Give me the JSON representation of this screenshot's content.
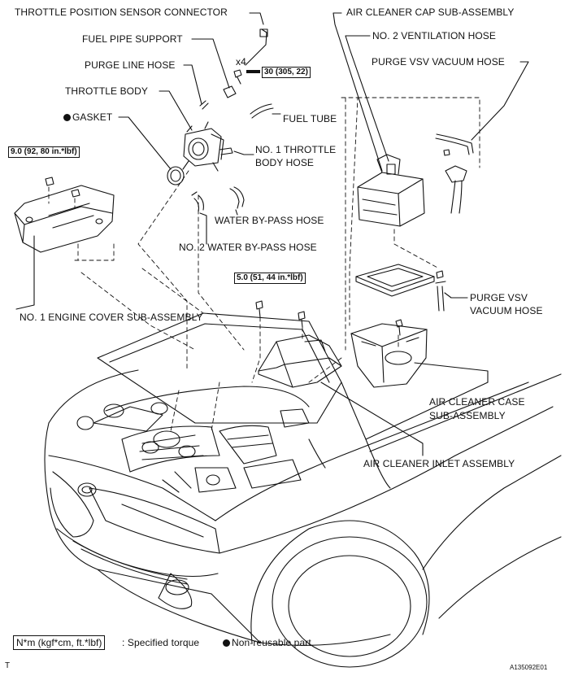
{
  "labels": {
    "tps_connector": "THROTTLE POSITION SENSOR CONNECTOR",
    "fuel_pipe_support": "FUEL PIPE SUPPORT",
    "purge_line_hose": "PURGE LINE HOSE",
    "throttle_body": "THROTTLE BODY",
    "gasket": "GASKET",
    "fuel_tube": "FUEL TUBE",
    "throttle_body_hose_1": "NO. 1 THROTTLE",
    "throttle_body_hose_2": "BODY HOSE",
    "water_bypass_hose": "WATER BY-PASS HOSE",
    "water_bypass_hose_2": "NO. 2 WATER BY-PASS HOSE",
    "engine_cover": "NO. 1 ENGINE COVER SUB-ASSEMBLY",
    "air_cleaner_cap": "AIR CLEANER CAP SUB-ASSEMBLY",
    "ventilation_hose_2": "NO. 2 VENTILATION HOSE",
    "purge_vsv_vacuum_hose_top": "PURGE VSV VACUUM HOSE",
    "purge_vsv_1": "PURGE VSV",
    "purge_vsv_2": "VACUUM HOSE",
    "air_cleaner_case_1": "AIR CLEANER CASE",
    "air_cleaner_case_2": "SUB-ASSEMBLY",
    "air_cleaner_inlet": "AIR CLEANER INLET ASSEMBLY",
    "qty": "x4"
  },
  "torques": {
    "throttle_bolts": "30 (305, 22)",
    "cover_nuts": "9.0 (92, 80 in.*lbf)",
    "inlet_bolts": "5.0 (51, 44 in.*lbf)"
  },
  "legend": {
    "torque_box": "N*m (kgf*cm, ft.*lbf)",
    "torque_text": ": Specified torque",
    "nonreusable_text": "Non-reusable part"
  },
  "footer": {
    "left_mark": "T",
    "figure_id": "A135092E01"
  }
}
